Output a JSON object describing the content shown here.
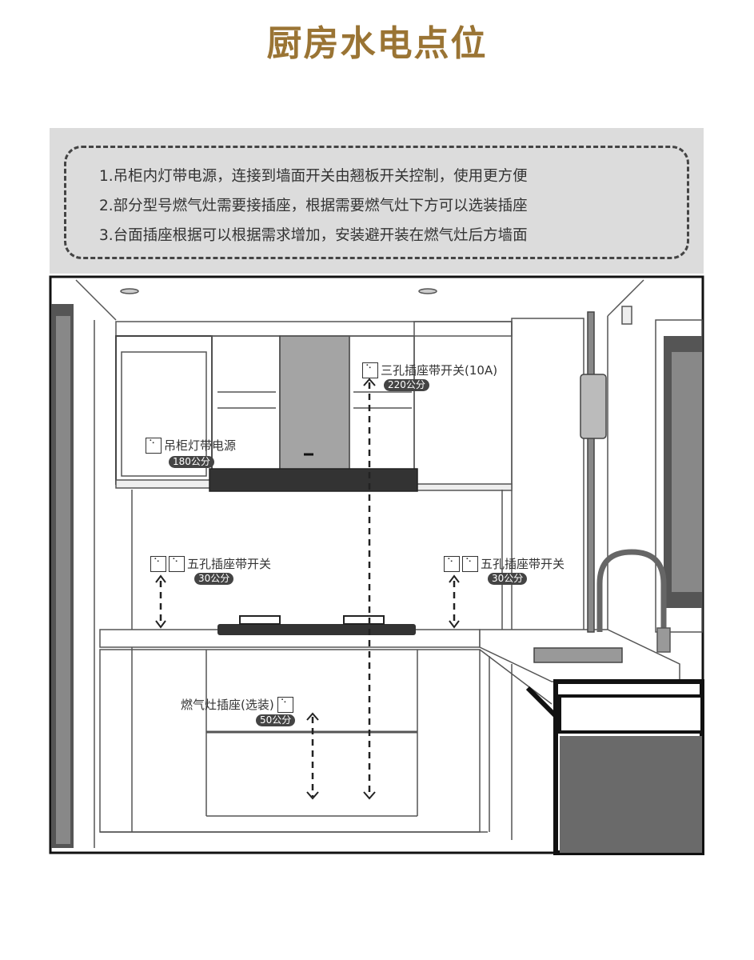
{
  "title": "厨房水电点位",
  "notes": [
    "1.吊柜内灯带电源，连接到墙面开关由翘板开关控制，使用更方便",
    "2.部分型号燃气灶需要接插座，根据需要燃气灶下方可以选装插座",
    "3.台面插座根据可以根据需求增加，安装避开装在燃气灶后方墙面"
  ],
  "points": [
    {
      "label": "三孔插座带开关(10A)",
      "height": "220公分",
      "icon": "three-hole-socket-icon"
    },
    {
      "label": "吊柜灯带电源",
      "height": "180公分",
      "icon": "socket-icon"
    },
    {
      "label": "五孔插座带开关",
      "height": "30公分",
      "icon": "five-hole-socket-icon"
    },
    {
      "label": "五孔插座带开关",
      "height": "30公分",
      "icon": "five-hole-socket-icon"
    },
    {
      "label": "燃气灶插座(选装)",
      "height": "50公分",
      "icon": "socket-icon"
    }
  ],
  "colors": {
    "title": "#9a7434",
    "notes_bg": "#dcdcdc",
    "badge": "#444444"
  }
}
